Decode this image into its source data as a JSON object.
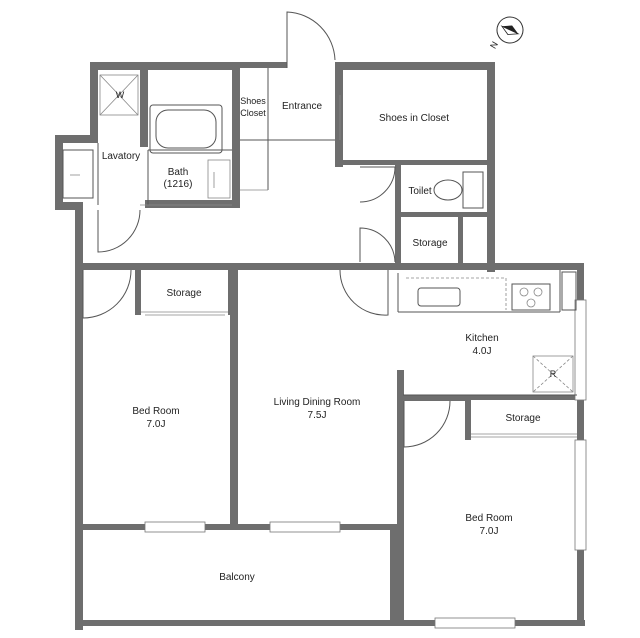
{
  "rooms": {
    "shoes_closet": [
      "Shoes",
      "Closet"
    ],
    "entrance": "Entrance",
    "shoes_in_closet": "Shoes in Closet",
    "lavatory": "Lavatory",
    "bath": [
      "Bath",
      "(1216)"
    ],
    "washer_mark": "W",
    "toilet": "Toilet",
    "storage_toilet": "Storage",
    "storage_left": "Storage",
    "kitchen": [
      "Kitchen",
      "4.0J"
    ],
    "fridge_mark": "R",
    "living_dining": [
      "Living Dining Room",
      "7.5J"
    ],
    "bedroom_left": [
      "Bed Room",
      "7.0J"
    ],
    "storage_right": "Storage",
    "bedroom_right": [
      "Bed Room",
      "7.0J"
    ],
    "balcony": "Balcony"
  },
  "compass": {
    "letter": "N",
    "icon": "compass-north-arrow-icon"
  }
}
